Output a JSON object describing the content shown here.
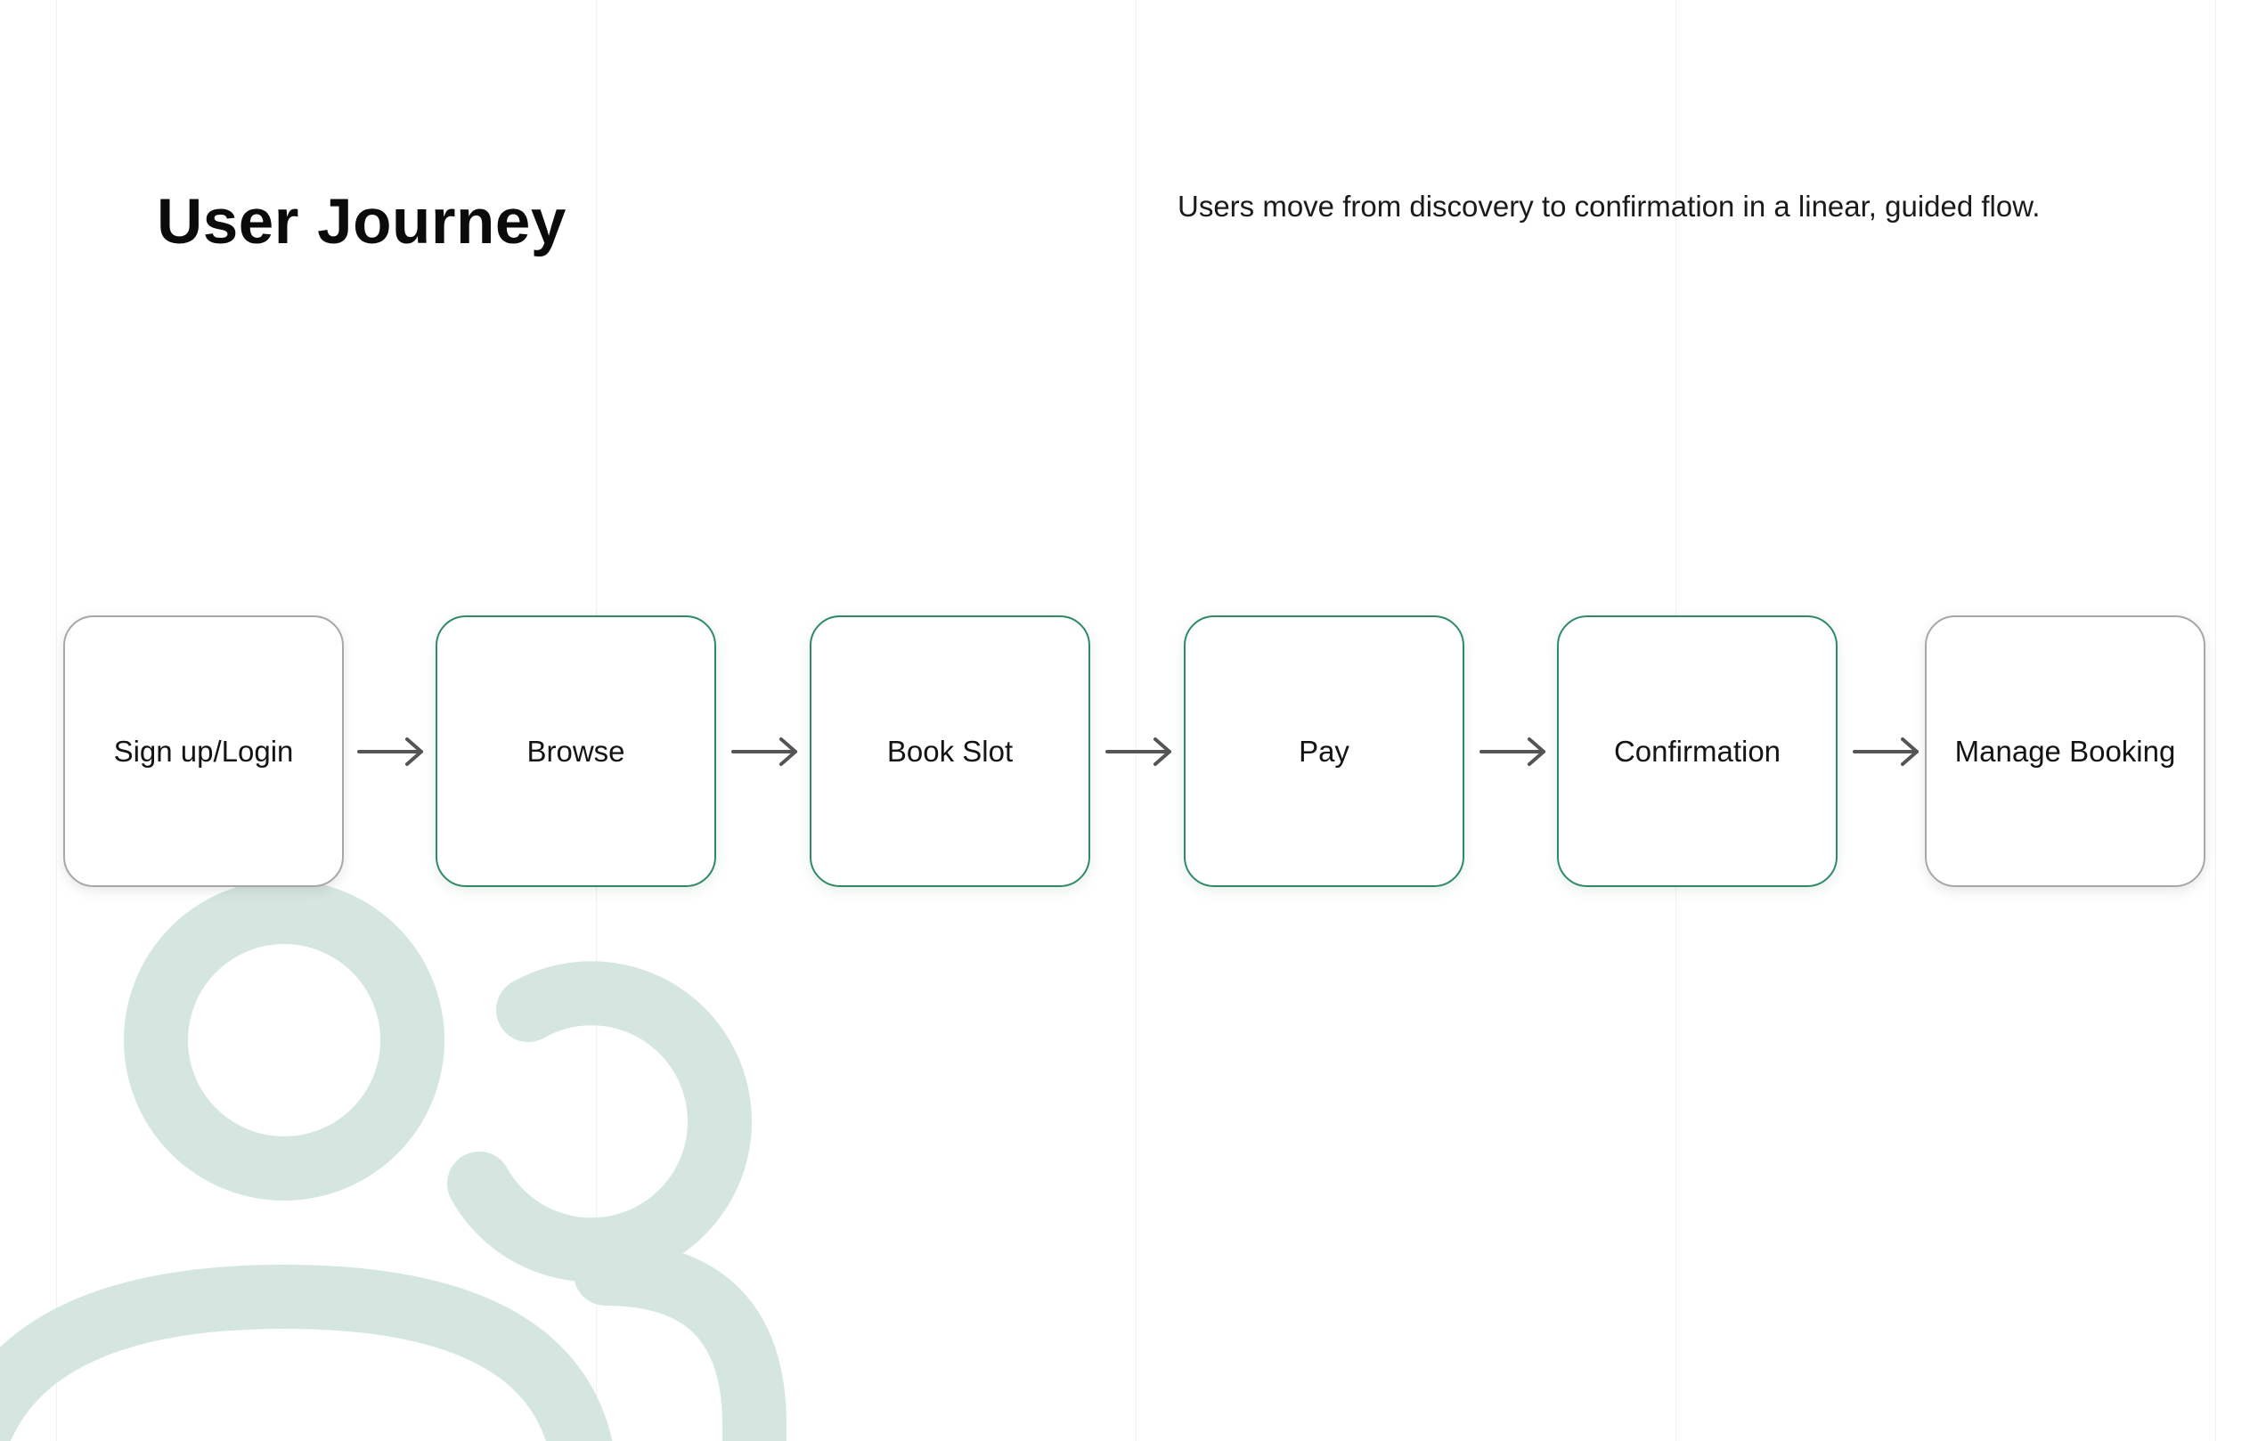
{
  "header": {
    "title": "User Journey",
    "subtitle": "Users move from discovery to confirmation in a linear, guided flow."
  },
  "flow": {
    "steps": [
      {
        "label": "Sign up/Login",
        "style": "neutral"
      },
      {
        "label": "Browse",
        "style": "accent"
      },
      {
        "label": "Book Slot",
        "style": "accent"
      },
      {
        "label": "Pay",
        "style": "accent"
      },
      {
        "label": "Confirmation",
        "style": "accent"
      },
      {
        "label": "Manage Booking",
        "style": "neutral"
      }
    ]
  },
  "colors": {
    "accent": "#2f8a63",
    "neutral_border": "#a7a7a7",
    "arrow": "#555555",
    "background_icon": "#d5e6e1"
  },
  "background_icon": "users-icon"
}
